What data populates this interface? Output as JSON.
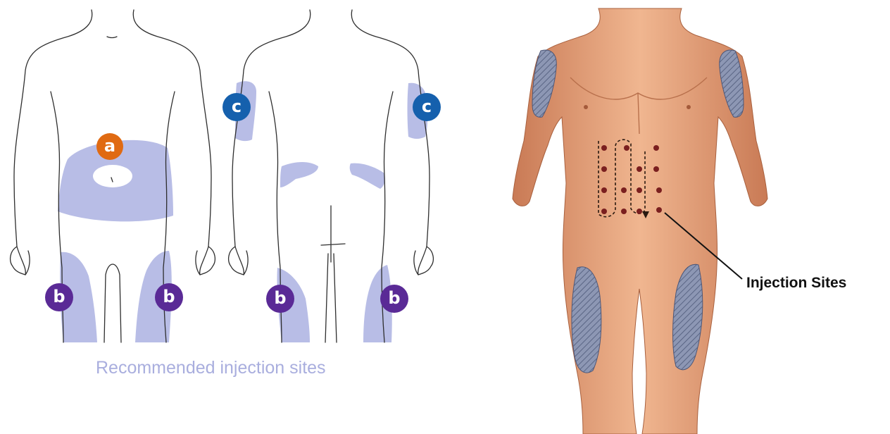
{
  "left_diagram": {
    "caption": "Recommended injection sites",
    "labels": {
      "abdomen": "a",
      "thigh": "b",
      "upper_arm": "c"
    },
    "colors": {
      "zone_fill": "#b8bde6",
      "abdomen_badge": "#e06a12",
      "thigh_badge": "#5a2a96",
      "arm_badge": "#1560ad",
      "caption": "#a9aede"
    }
  },
  "right_illustration": {
    "callout": "Injection Sites",
    "colors": {
      "skin": "#e6a07a",
      "site_hatch": "#7a86a8",
      "site_dot": "#7a1f1f"
    }
  }
}
